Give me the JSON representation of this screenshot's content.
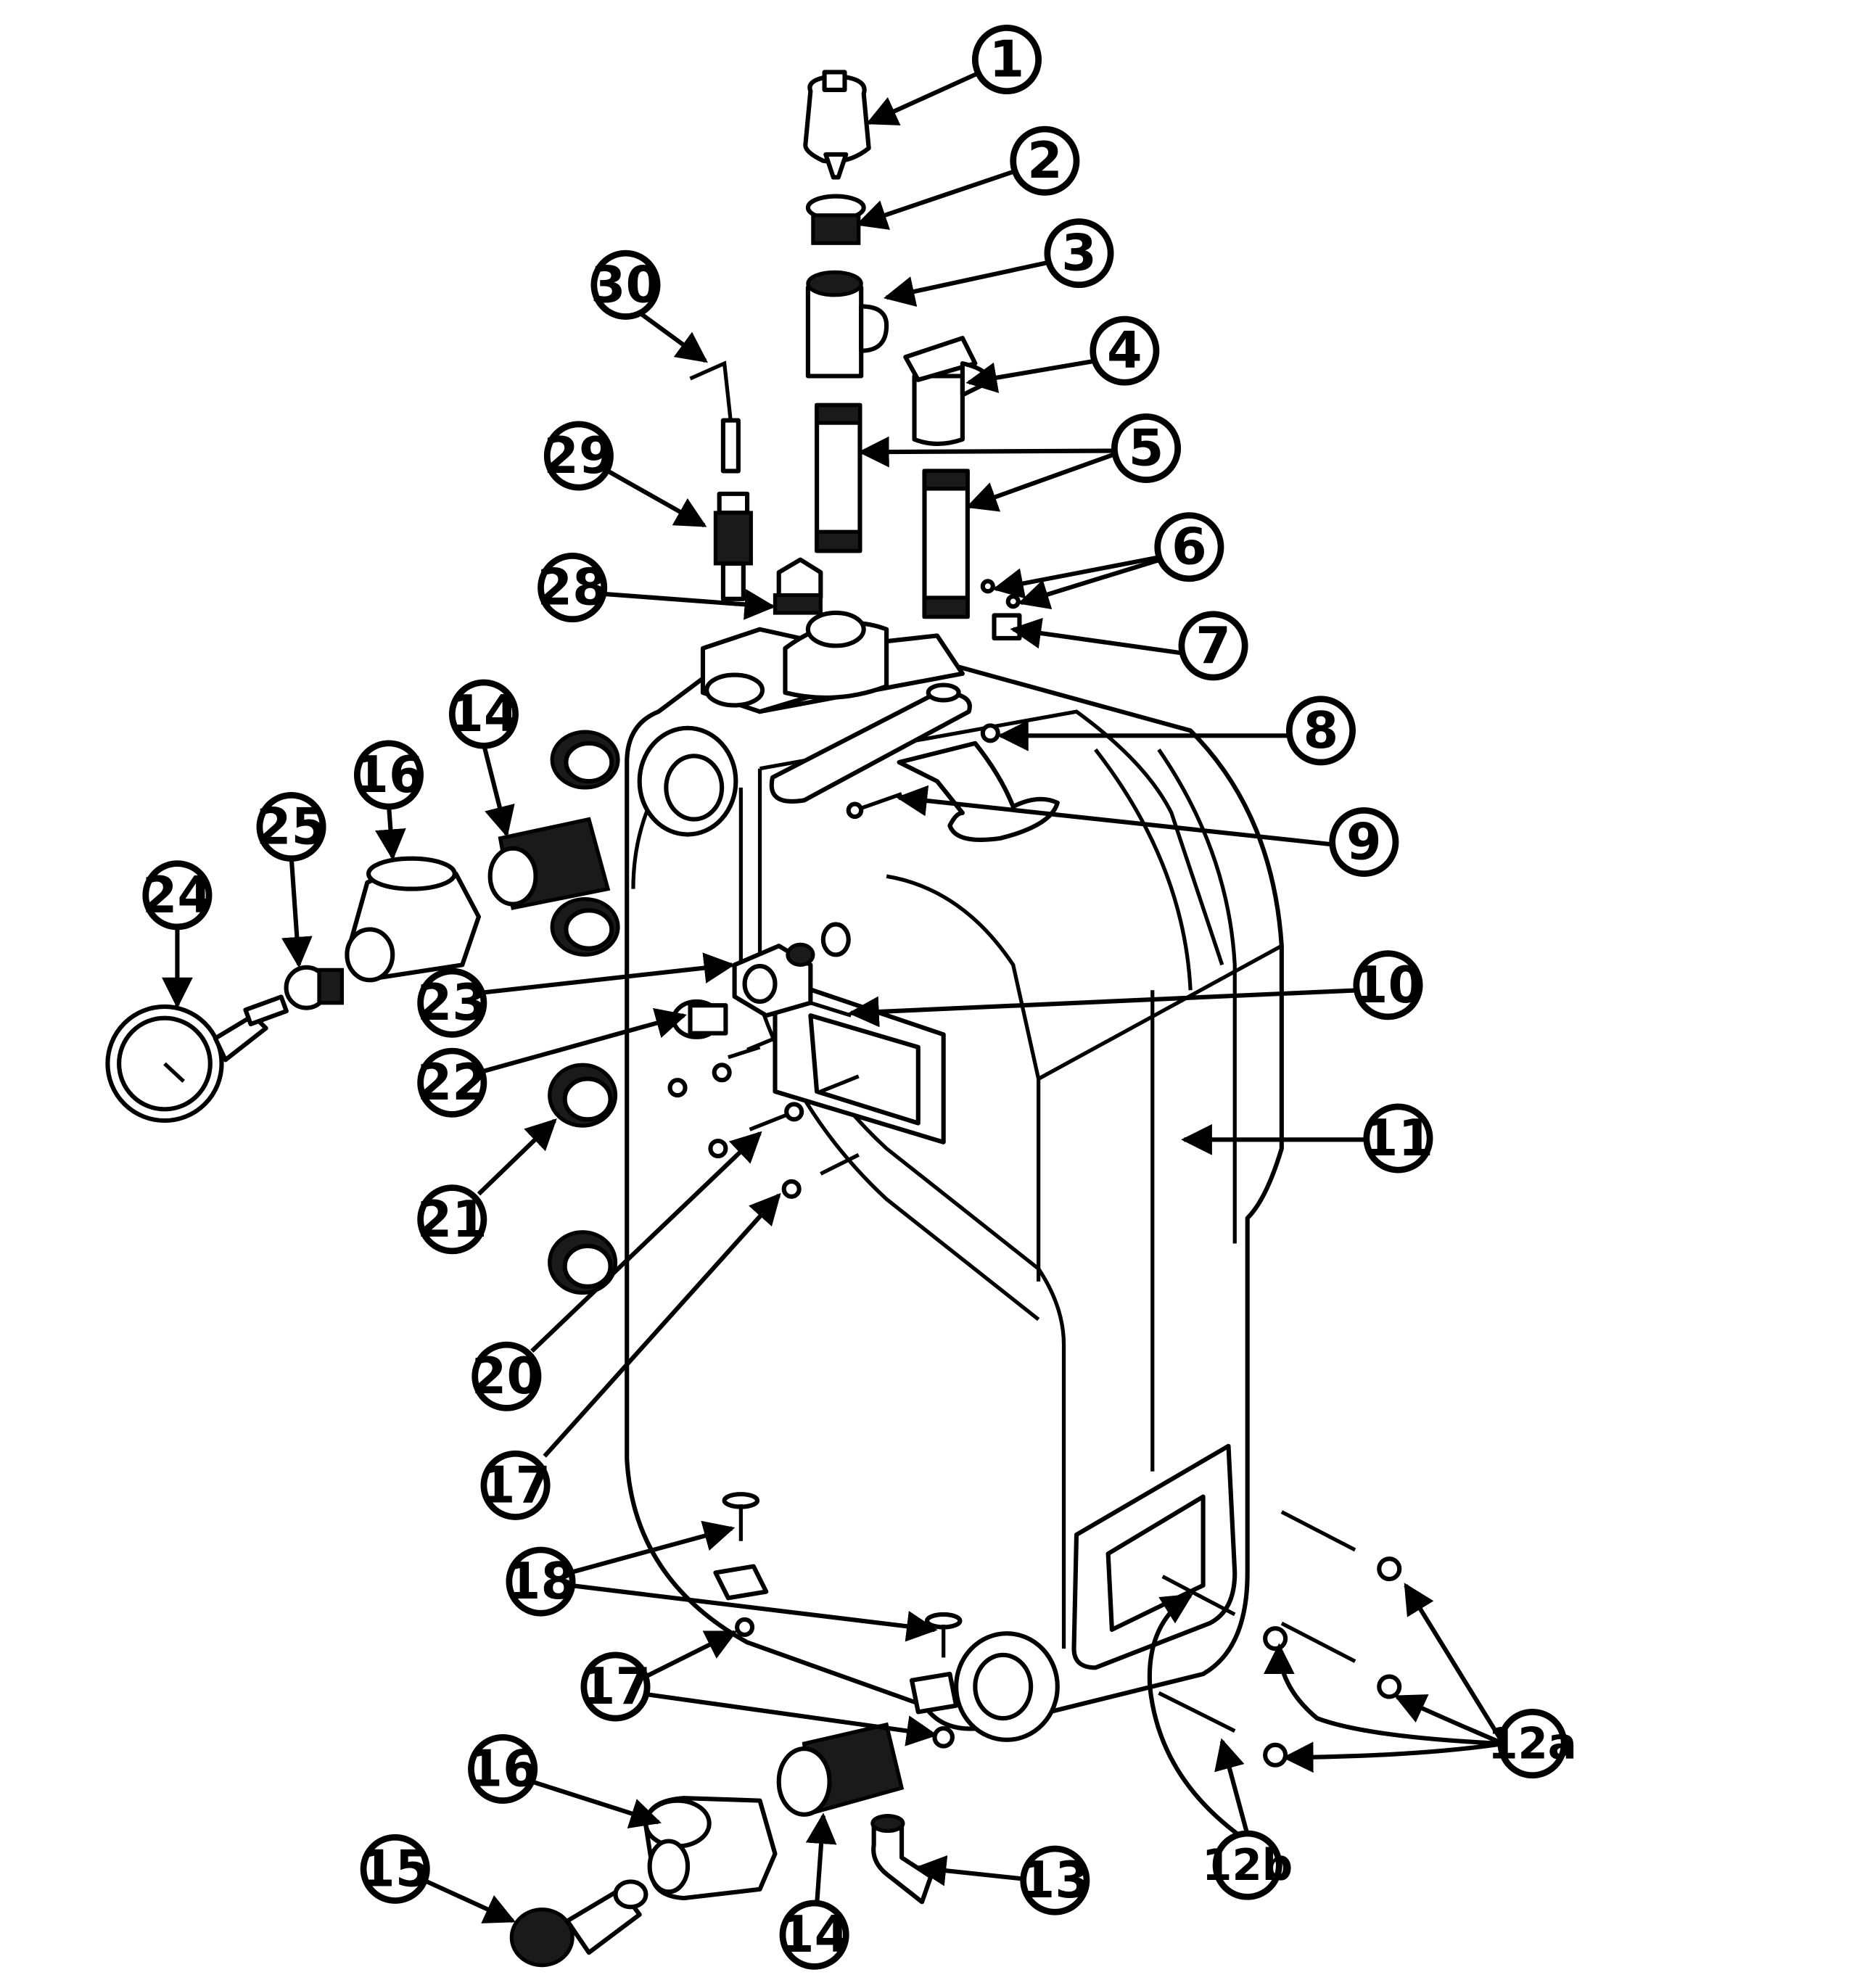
{
  "diagram": {
    "colors": {
      "line": "#000000",
      "background": "#ffffff"
    },
    "callouts": [
      {
        "id": "c1",
        "label": "1"
      },
      {
        "id": "c2",
        "label": "2"
      },
      {
        "id": "c3",
        "label": "3"
      },
      {
        "id": "c4",
        "label": "4"
      },
      {
        "id": "c5",
        "label": "5"
      },
      {
        "id": "c6",
        "label": "6"
      },
      {
        "id": "c7",
        "label": "7"
      },
      {
        "id": "c8",
        "label": "8"
      },
      {
        "id": "c9",
        "label": "9"
      },
      {
        "id": "c10",
        "label": "10"
      },
      {
        "id": "c11",
        "label": "11"
      },
      {
        "id": "c12a",
        "label": "12a"
      },
      {
        "id": "c12b",
        "label": "12b"
      },
      {
        "id": "c13",
        "label": "13"
      },
      {
        "id": "c14t",
        "label": "14"
      },
      {
        "id": "c14b",
        "label": "14"
      },
      {
        "id": "c15",
        "label": "15"
      },
      {
        "id": "c16t",
        "label": "16"
      },
      {
        "id": "c16b",
        "label": "16"
      },
      {
        "id": "c17a",
        "label": "17"
      },
      {
        "id": "c17b",
        "label": "17"
      },
      {
        "id": "c18",
        "label": "18"
      },
      {
        "id": "c20",
        "label": "20"
      },
      {
        "id": "c21",
        "label": "21"
      },
      {
        "id": "c22",
        "label": "22"
      },
      {
        "id": "c23",
        "label": "23"
      },
      {
        "id": "c24",
        "label": "24"
      },
      {
        "id": "c25",
        "label": "25"
      },
      {
        "id": "c28",
        "label": "28"
      },
      {
        "id": "c29",
        "label": "29"
      },
      {
        "id": "c30",
        "label": "30"
      }
    ]
  }
}
